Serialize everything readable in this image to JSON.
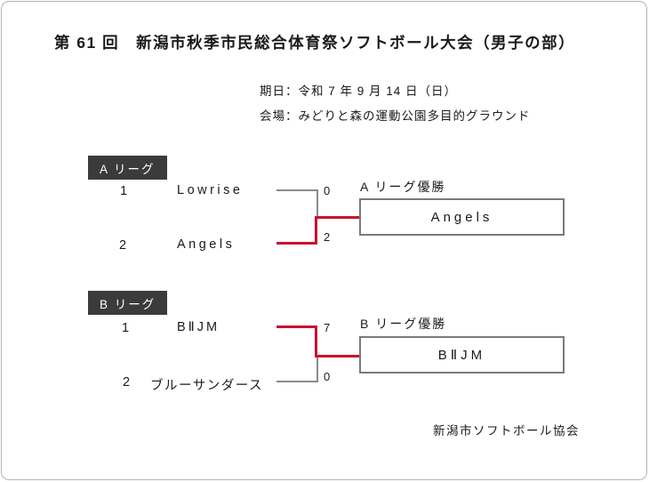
{
  "title": "第 61 回　新潟市秋季市民総合体育祭ソフトボール大会（男子の部）",
  "meta": {
    "date": "期日：令和 7 年 9 月 14 日（日）",
    "venue": "会場：みどりと森の運動公園多目的グラウンド"
  },
  "leagues": [
    {
      "label": "A リーグ",
      "champion_caption": "A リーグ優勝",
      "champion": "Angels",
      "teams": [
        {
          "seed": "1",
          "name": "Lowrise",
          "score": "0",
          "winner": false
        },
        {
          "seed": "2",
          "name": "Angels",
          "score": "2",
          "winner": true
        }
      ]
    },
    {
      "label": "B リーグ",
      "champion_caption": "B リーグ優勝",
      "champion": "BⅡJM",
      "teams": [
        {
          "seed": "1",
          "name": "BⅡJM",
          "score": "7",
          "winner": true
        },
        {
          "seed": "2",
          "name": "ブルーサンダース",
          "score": "0",
          "winner": false
        }
      ]
    }
  ],
  "footer": "新潟市ソフトボール協会",
  "colors": {
    "winner_line": "#c8102e",
    "loser_line": "#8a8a8a",
    "label_bg": "#3b3b3b",
    "box_border": "#7a7a7a",
    "text": "#1a1a1a"
  }
}
